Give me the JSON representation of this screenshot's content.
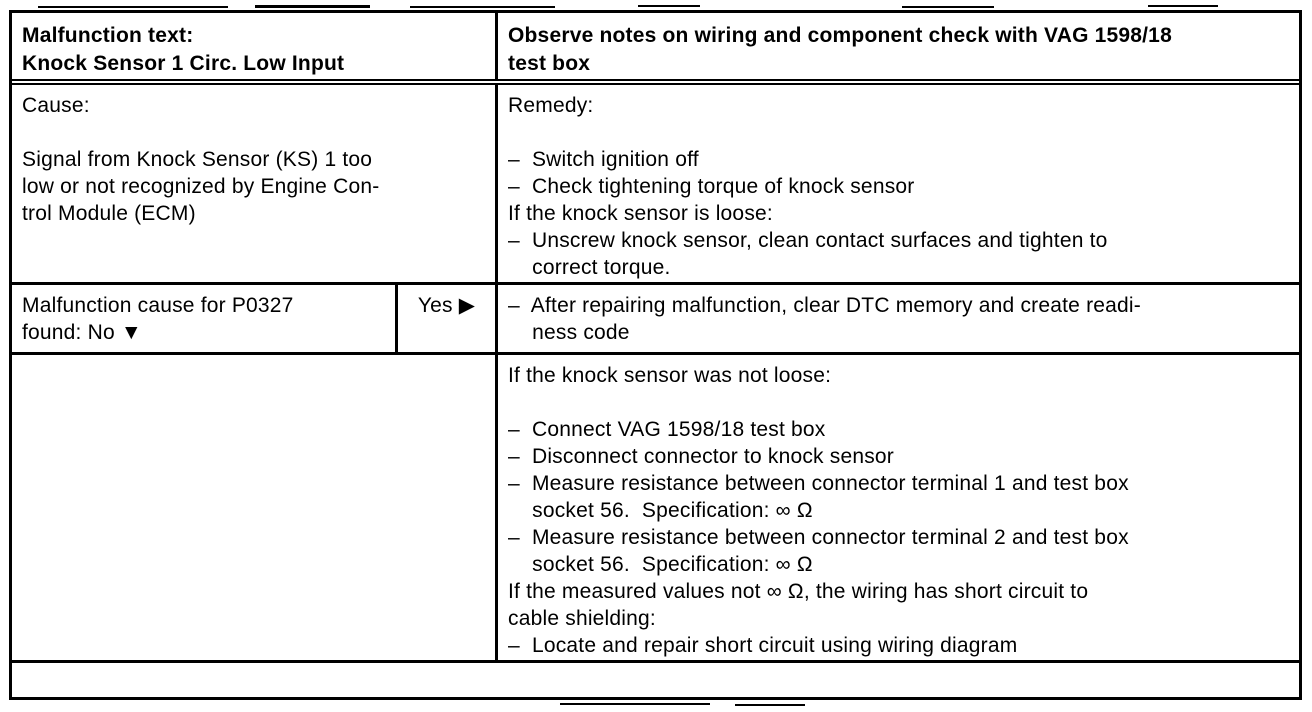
{
  "table": {
    "header": {
      "left": [
        "Malfunction text:",
        "Knock Sensor 1 Circ. Low Input"
      ],
      "right": [
        "Observe notes on wiring and component check with VAG 1598/18",
        "test box"
      ]
    },
    "cause_row": {
      "left": [
        "Cause:",
        "",
        "Signal from Knock Sensor (KS) 1 too",
        "low or not recognized by Engine Con-",
        "trol Module (ECM)"
      ],
      "right": [
        "Remedy:",
        "",
        "–  Switch ignition off",
        "–  Check tightening torque of knock sensor",
        "If the knock sensor is loose:",
        "–  Unscrew knock sensor, clean contact surfaces and tighten to",
        "    correct torque."
      ]
    },
    "decision_row": {
      "left": [
        "Malfunction cause for P0327",
        "found: No ▼"
      ],
      "yes": "Yes ▶",
      "right": [
        "–  After repairing malfunction, clear DTC memory and create readi-",
        "    ness code"
      ]
    },
    "continue_row": {
      "right": [
        "If the knock sensor was not loose:",
        "",
        "–  Connect VAG 1598/18 test box",
        "–  Disconnect connector to knock sensor",
        "–  Measure resistance between connector terminal 1 and test box",
        "    socket 56.  Specification: ∞ Ω",
        "–  Measure resistance between connector terminal 2 and test box",
        "    socket 56.  Specification: ∞ Ω",
        "If the measured values not ∞ Ω, the wiring has short circuit to",
        "cable shielding:",
        "–  Locate and repair short circuit using wiring diagram"
      ]
    }
  }
}
